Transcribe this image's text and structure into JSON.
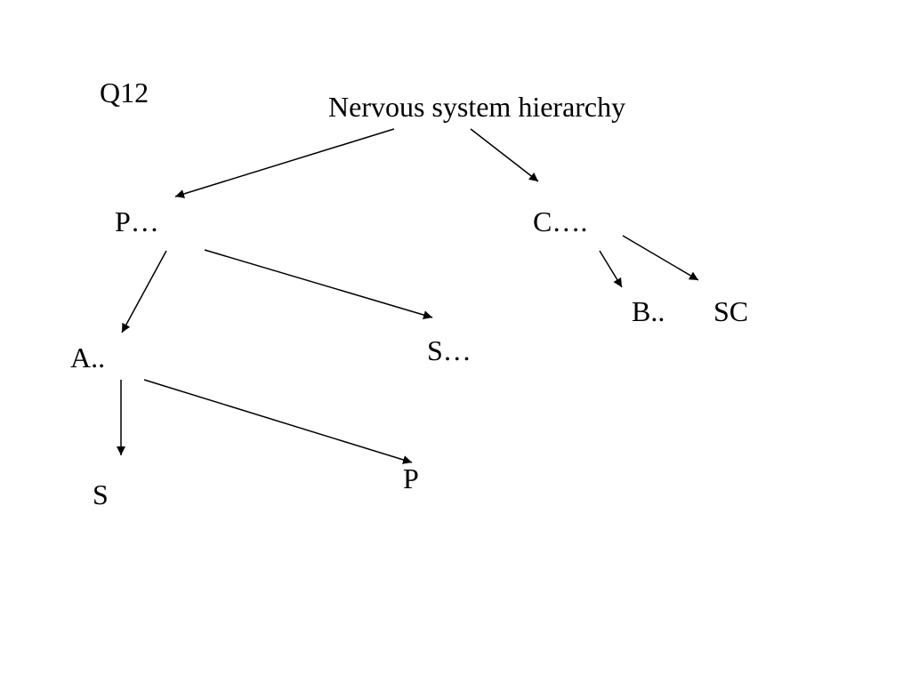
{
  "question_label": "Q12",
  "diagram": {
    "root": "Nervous system hierarchy",
    "peripheral": "P…",
    "central": "C….",
    "brain": "B..",
    "spinal_cord": "SC",
    "autonomic": "A..",
    "somatic": "S…",
    "sympathetic": "S",
    "parasympathetic": "P"
  }
}
